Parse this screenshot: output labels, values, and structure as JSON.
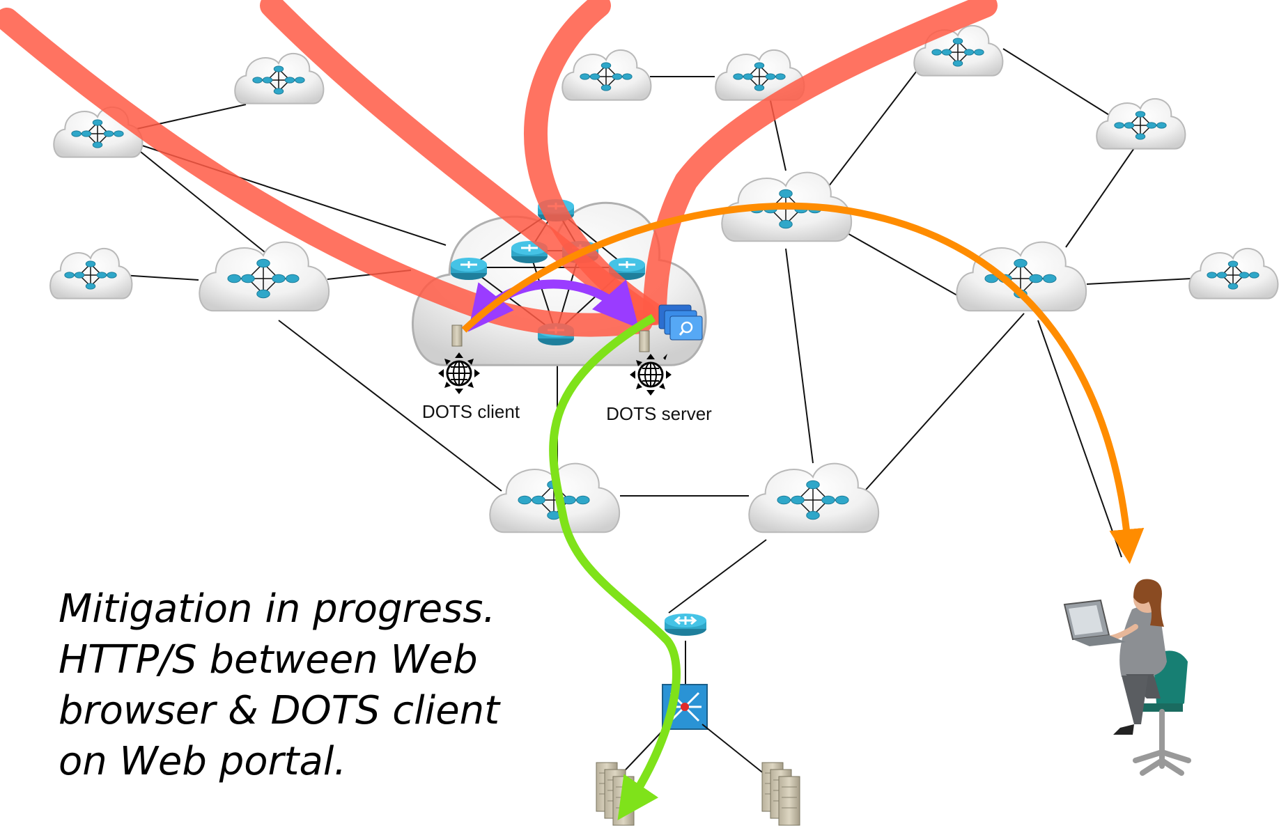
{
  "labels": {
    "dots_client": "DOTS client",
    "dots_server": "DOTS server"
  },
  "caption": {
    "lines": [
      "Mitigation in progress.",
      "HTTP/S between Web",
      "browser & DOTS client",
      "on Web portal."
    ]
  },
  "colors": {
    "attack": "#ff5a45",
    "signal": "#9a3cff",
    "web_session": "#ff8c00",
    "clean_traffic": "#7fe21a",
    "router": "#2fa7c9",
    "link": "#111111"
  },
  "icons": {
    "network_cloud": "cloud-icon",
    "router": "router-icon",
    "switch": "switch-icon",
    "server": "server-icon",
    "dots_agent": "globe-icon",
    "user": "user-at-laptop-icon"
  }
}
